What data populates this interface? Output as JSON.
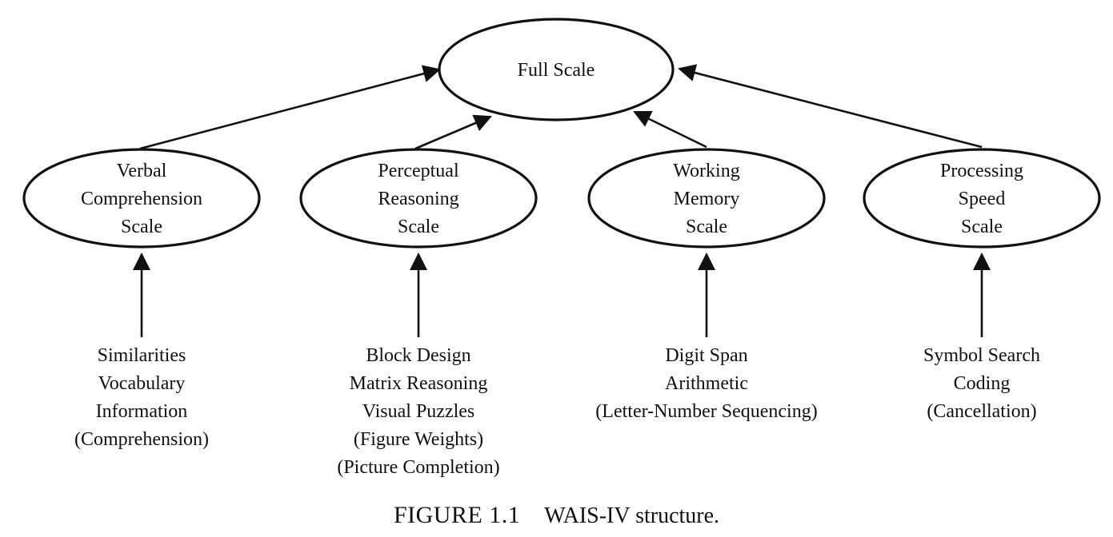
{
  "diagram": {
    "type": "hierarchy",
    "root": {
      "id": "full-scale",
      "label_lines": [
        "Full Scale"
      ]
    },
    "scales": [
      {
        "id": "verbal-comprehension",
        "label_lines": [
          "Verbal",
          "Comprehension",
          "Scale"
        ],
        "subtests": [
          "Similarities",
          "Vocabulary",
          "Information",
          "(Comprehension)"
        ]
      },
      {
        "id": "perceptual-reasoning",
        "label_lines": [
          "Perceptual",
          "Reasoning",
          "Scale"
        ],
        "subtests": [
          "Block Design",
          "Matrix Reasoning",
          "Visual Puzzles",
          "(Figure Weights)",
          "(Picture Completion)"
        ]
      },
      {
        "id": "working-memory",
        "label_lines": [
          "Working",
          "Memory",
          "Scale"
        ],
        "subtests": [
          "Digit Span",
          "Arithmetic",
          "(Letter-Number Sequencing)"
        ]
      },
      {
        "id": "processing-speed",
        "label_lines": [
          "Processing",
          "Speed",
          "Scale"
        ],
        "subtests": [
          "Symbol Search",
          "Coding",
          "(Cancellation)"
        ]
      }
    ],
    "edges": [
      {
        "from": "verbal-comprehension",
        "to": "full-scale"
      },
      {
        "from": "perceptual-reasoning",
        "to": "full-scale"
      },
      {
        "from": "working-memory",
        "to": "full-scale"
      },
      {
        "from": "processing-speed",
        "to": "full-scale"
      },
      {
        "from": "verbal-comprehension-subtests",
        "to": "verbal-comprehension"
      },
      {
        "from": "perceptual-reasoning-subtests",
        "to": "perceptual-reasoning"
      },
      {
        "from": "working-memory-subtests",
        "to": "working-memory"
      },
      {
        "from": "processing-speed-subtests",
        "to": "processing-speed"
      }
    ],
    "colors": {
      "stroke": "#111111",
      "fill": "#ffffff",
      "text": "#111111"
    }
  },
  "caption": {
    "label": "FIGURE 1.1",
    "text": "WAIS-IV structure."
  }
}
